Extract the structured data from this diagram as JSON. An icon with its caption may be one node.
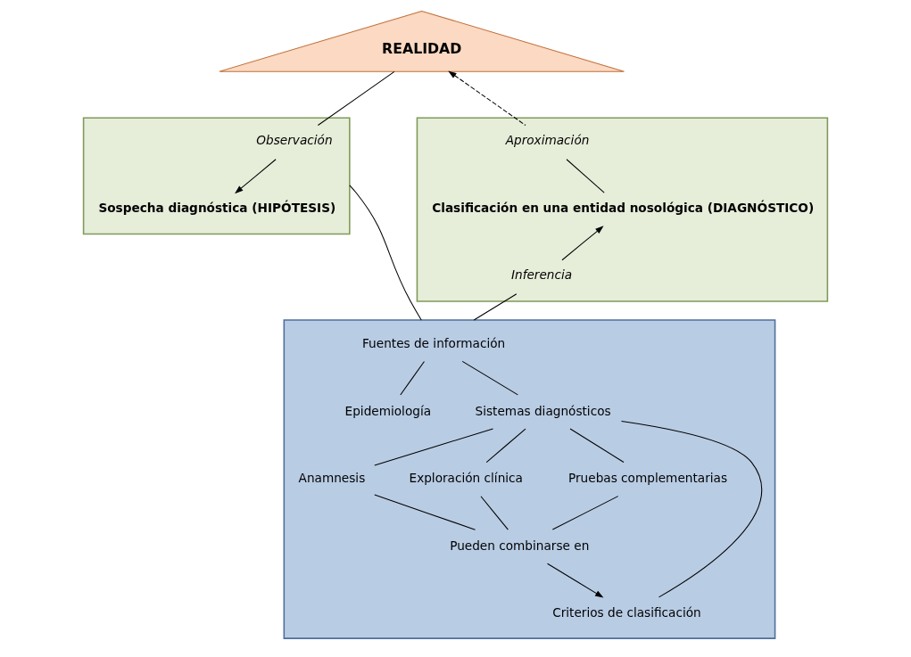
{
  "diagram": {
    "nodes": [
      {
        "text": [
          "REALIDAD"
        ]
      },
      {
        "text": [],
        "shape": "box"
      },
      {
        "text": [
          "Observación"
        ],
        "in": 1
      },
      {
        "text": [
          "Sospecha diagnóstica (HIPÓTESIS)"
        ],
        "in": 1
      },
      {
        "text": [],
        "shape": "box"
      },
      {
        "text": [
          "Aproximación"
        ],
        "in": 4
      },
      {
        "text": [
          "Clasificación en una entidad nosológica (DIAGNÓSTICO)"
        ],
        "in": 4
      },
      {
        "text": [
          "Inferencia"
        ],
        "in": 4
      },
      {
        "text": [],
        "shape": "box"
      },
      {
        "text": [
          "Fuentes de información"
        ],
        "in": 8
      },
      {
        "text": [
          "Epidemiología"
        ],
        "in": 8
      },
      {
        "text": [
          "Sistemas diagnósticos"
        ],
        "in": 8
      },
      {
        "text": [
          "Anamnesis"
        ],
        "in": 8
      },
      {
        "text": [
          "Exploración clínica"
        ],
        "in": 8
      },
      {
        "text": [
          "Pruebas complementarias"
        ],
        "in": 8
      },
      {
        "text": [
          "Criterios de clasificación"
        ],
        "in": 8
      },
      {
        "text": [
          "Pueden combinarse en"
        ],
        "in": 8
      }
    ],
    "edges": [
      {
        "from": 0,
        "to": 2,
        "arrow": "none"
      },
      {
        "from": 2,
        "to": 3,
        "arrow": "to"
      },
      {
        "from": 7,
        "to": 6,
        "arrow": "to"
      },
      {
        "from": 6,
        "to": 5,
        "arrow": "none"
      },
      {
        "from": 5,
        "to": 0,
        "arrow": "to",
        "style": "dashed"
      },
      {
        "from": 1,
        "to": 8,
        "arrow": "none"
      },
      {
        "from": 7,
        "to": 8,
        "arrow": "none"
      },
      {
        "from": 9,
        "to": 10,
        "arrow": "none"
      },
      {
        "from": 9,
        "to": 11,
        "arrow": "none"
      },
      {
        "from": 11,
        "to": 12,
        "arrow": "none"
      },
      {
        "from": 11,
        "to": 13,
        "arrow": "none"
      },
      {
        "from": 11,
        "to": 14,
        "arrow": "none"
      },
      {
        "from": 11,
        "to": 15,
        "arrow": "none"
      },
      {
        "from": 12,
        "to": 16,
        "arrow": "none"
      },
      {
        "from": 13,
        "to": 16,
        "arrow": "none"
      },
      {
        "from": 14,
        "to": 16,
        "arrow": "none"
      },
      {
        "from": 16,
        "to": 15,
        "arrow": "to"
      }
    ]
  }
}
